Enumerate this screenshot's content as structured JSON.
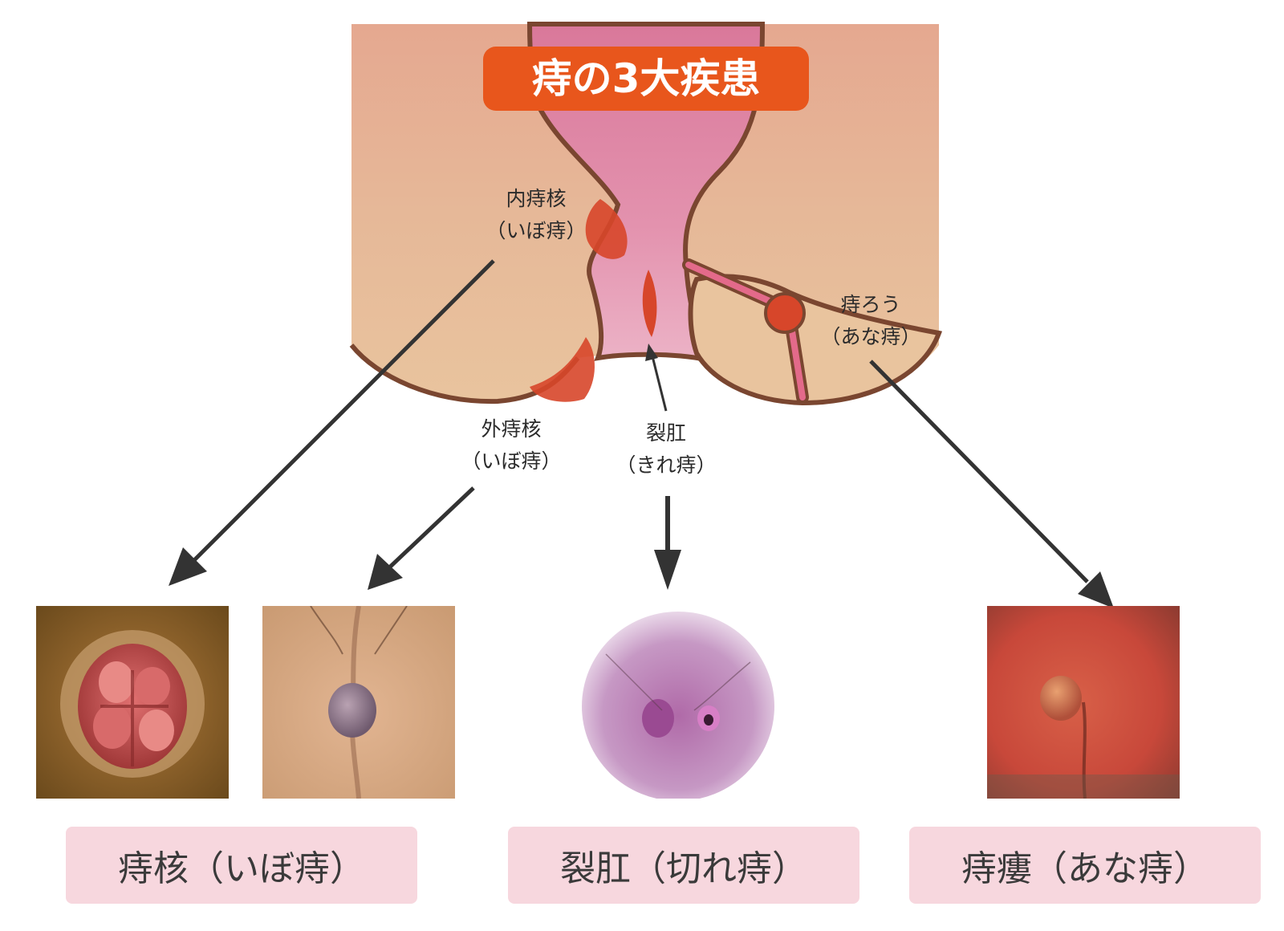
{
  "title": "痔の3大疾患",
  "labels": {
    "internal": [
      "内痔核",
      "（いぼ痔）"
    ],
    "external": [
      "外痔核",
      "（いぼ痔）"
    ],
    "fissure": [
      "裂肛",
      "（きれ痔）"
    ],
    "fistula": [
      "痔ろう",
      "（あな痔）"
    ]
  },
  "captions": {
    "hemorrhoid": "痔核（いぼ痔）",
    "fissure": "裂肛（切れ痔）",
    "fistula": "痔瘻（あな痔）"
  },
  "photos": [
    {
      "subject": "internal-hemorrhoid"
    },
    {
      "subject": "external-hemorrhoid"
    },
    {
      "subject": "anal-fissure"
    },
    {
      "subject": "anal-fistula"
    }
  ],
  "colors": {
    "title_badge": "#e8561c",
    "skin": "#e8bb94",
    "canal": "#d9789a",
    "lesion": "#d7462a",
    "outline": "#7a4630",
    "arrow": "#333333",
    "caption_bg": "#f7d7de"
  }
}
